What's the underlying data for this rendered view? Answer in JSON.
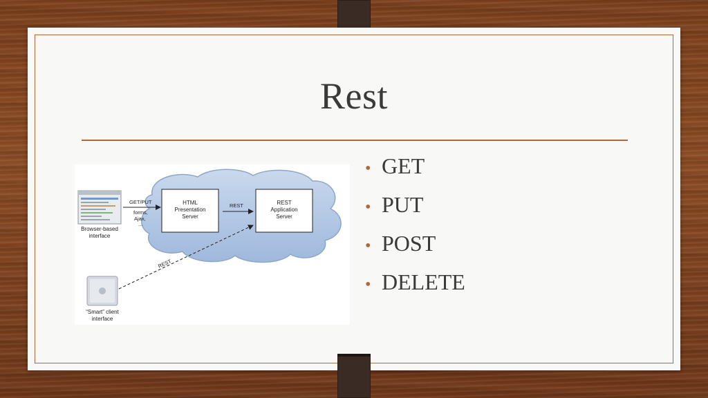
{
  "slide": {
    "title": "Rest",
    "bullets": [
      "GET",
      "PUT",
      "POST",
      "DELETE"
    ]
  },
  "diagram": {
    "browser_label_line1": "Browser-based",
    "browser_label_line2": "interface",
    "getput_label": "GET/PUT",
    "forms_label_line1": "forms,",
    "forms_label_line2": "Ajax,",
    "forms_label_line3": "...",
    "html_box_line1": "HTML",
    "html_box_line2": "Presentation",
    "html_box_line3": "Server",
    "rest_arrow_label": "REST",
    "rest_box_line1": "REST",
    "rest_box_line2": "Application",
    "rest_box_line3": "Server",
    "dashed_rest_label": "REST",
    "smart_label_line1": "“Smart” client",
    "smart_label_line2": "interface"
  },
  "colors": {
    "accent": "#b0683a",
    "cloud": "#b6cbe6",
    "text": "#3a3a3a"
  }
}
